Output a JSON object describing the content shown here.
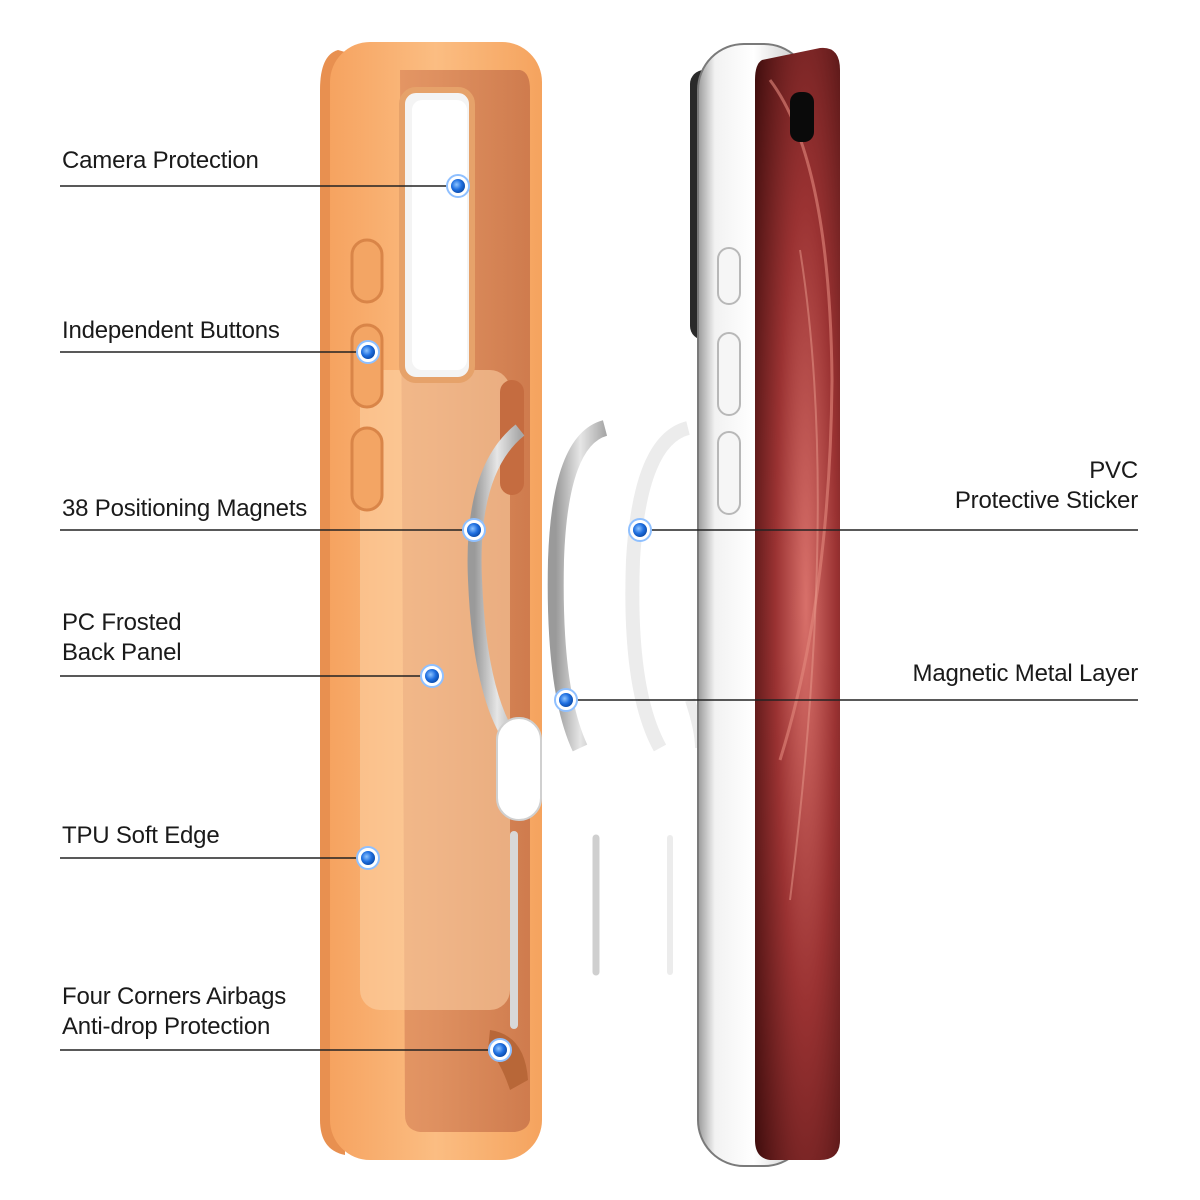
{
  "annotations": {
    "camera_protection": {
      "lines": [
        "Camera Protection"
      ]
    },
    "independent_buttons": {
      "lines": [
        "Independent Buttons"
      ]
    },
    "positioning_magnets": {
      "lines": [
        "38 Positioning Magnets"
      ]
    },
    "pc_frosted_back_panel": {
      "lines": [
        "PC Frosted",
        "Back Panel"
      ]
    },
    "tpu_soft_edge": {
      "lines": [
        "TPU Soft Edge"
      ]
    },
    "four_corners_airbags": {
      "lines": [
        "Four Corners Airbags",
        "Anti-drop Protection"
      ]
    },
    "pvc_protective_sticker": {
      "lines": [
        "PVC",
        "Protective Sticker"
      ]
    },
    "magnetic_metal_layer": {
      "lines": [
        "Magnetic Metal Layer"
      ]
    }
  },
  "colors": {
    "case_orange": "#f8b070",
    "case_inner": "#d9885a",
    "marker_blue": "#1f6fe0",
    "leader_line": "#222222",
    "screen_red": "#8a2a2a",
    "frame_silver": "#d8d8d8"
  }
}
